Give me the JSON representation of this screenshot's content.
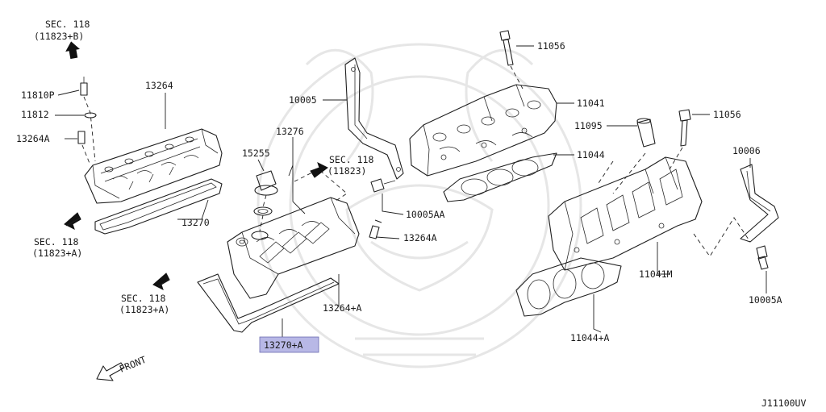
{
  "diagram_code": "J11100UV",
  "front_label": "FRONT",
  "labels": {
    "sec118_b": "SEC. 118",
    "sec118_b_ref": "(11823+B)",
    "p11810p": "11810P",
    "p11812": "11812",
    "p13264a_left": "13264A",
    "p13264": "13264",
    "p13270": "13270",
    "sec118_a1": "SEC. 118",
    "sec118_a1_ref": "(11823+A)",
    "p13276": "13276",
    "p15255": "15255",
    "sec118_mid": "SEC. 118",
    "sec118_mid_ref": "(11823)",
    "p10005": "10005",
    "p11056_top": "11056",
    "p11041": "11041",
    "p11095": "11095",
    "p11056_mid": "11056",
    "p11044": "11044",
    "p10005aa": "10005AA",
    "p13264a_mid": "13264A",
    "sec118_a2": "SEC. 118",
    "sec118_a2_ref": "(11823+A)",
    "p13264pa": "13264+A",
    "p13270pa": "13270+A",
    "p10006": "10006",
    "p11041m": "11041M",
    "p10005a": "10005A",
    "p11044pa": "11044+A"
  },
  "highlighted_part": "13270+A",
  "highlight_color": "#b8b8e6"
}
